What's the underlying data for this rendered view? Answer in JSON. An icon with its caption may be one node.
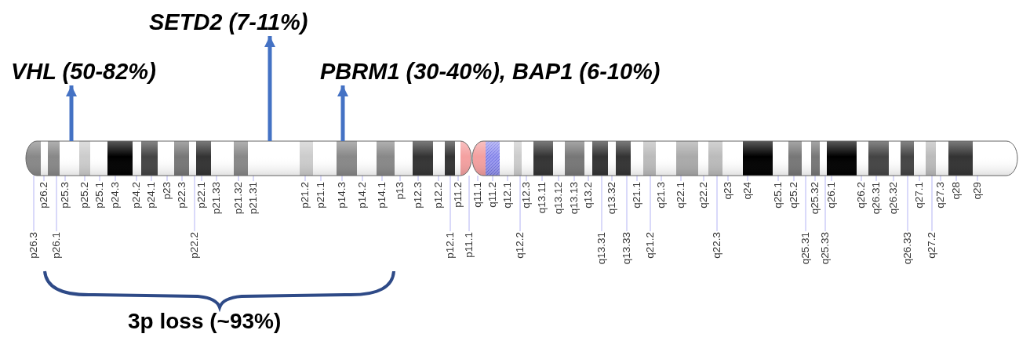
{
  "diagram": {
    "nodes": [
      {
        "text": [
          "SETD2 (7-11%)"
        ]
      },
      {
        "text": [
          "VHL (50-82%)"
        ]
      },
      {
        "text": [
          "PBRM1 (30-40%), BAP1 (6-10%)"
        ]
      },
      {
        "text": [],
        "shape": "bar"
      },
      {
        "text": [
          "p26.3"
        ]
      },
      {
        "text": [
          "p26.2"
        ]
      },
      {
        "text": [
          "p26.1"
        ]
      },
      {
        "text": [
          "p25.3"
        ]
      },
      {
        "text": [
          "p25.2"
        ]
      },
      {
        "text": [
          "p25.1"
        ]
      },
      {
        "text": [
          "p24.3"
        ]
      },
      {
        "text": [
          "p24.2"
        ]
      },
      {
        "text": [
          "p24.1"
        ]
      },
      {
        "text": [
          "p23"
        ]
      },
      {
        "text": [
          "p22.3"
        ]
      },
      {
        "text": [
          "p22.2"
        ]
      },
      {
        "text": [
          "p22.1"
        ]
      },
      {
        "text": [
          "p21.33"
        ]
      },
      {
        "text": [
          "p21.32"
        ]
      },
      {
        "text": [
          "p21.31"
        ]
      },
      {
        "text": [
          "p21.2"
        ]
      },
      {
        "text": [
          "p21.1"
        ]
      },
      {
        "text": [
          "p14.3"
        ]
      },
      {
        "text": [
          "p14.2"
        ]
      },
      {
        "text": [
          "p14.1"
        ]
      },
      {
        "text": [
          "p13"
        ]
      },
      {
        "text": [
          "p12.3"
        ]
      },
      {
        "text": [
          "p12.2"
        ]
      },
      {
        "text": [
          "p12.1"
        ]
      },
      {
        "text": [
          "p11.2"
        ]
      },
      {
        "text": [
          "p11.1"
        ]
      },
      {
        "text": [
          "q11.1"
        ]
      },
      {
        "text": [
          "q11.2"
        ]
      },
      {
        "text": [
          "q12.1"
        ]
      },
      {
        "text": [
          "q12.2"
        ]
      },
      {
        "text": [
          "q12.3"
        ]
      },
      {
        "text": [
          "q13.11"
        ]
      },
      {
        "text": [
          "q13.12"
        ]
      },
      {
        "text": [
          "q13.13"
        ]
      },
      {
        "text": [
          "q13.2"
        ]
      },
      {
        "text": [
          "q13.31"
        ]
      },
      {
        "text": [
          "q13.32"
        ]
      },
      {
        "text": [
          "q13.33"
        ]
      },
      {
        "text": [
          "q21.1"
        ]
      },
      {
        "text": [
          "q21.2"
        ]
      },
      {
        "text": [
          "q21.3"
        ]
      },
      {
        "text": [
          "q22.1"
        ]
      },
      {
        "text": [
          "q22.2"
        ]
      },
      {
        "text": [
          "q22.3"
        ]
      },
      {
        "text": [
          "q23"
        ]
      },
      {
        "text": [
          "q24"
        ]
      },
      {
        "text": [
          "q25.1"
        ]
      },
      {
        "text": [
          "q25.2"
        ]
      },
      {
        "text": [
          "q25.31"
        ]
      },
      {
        "text": [
          "q25.32"
        ]
      },
      {
        "text": [
          "q25.33"
        ]
      },
      {
        "text": [
          "q26.1"
        ]
      },
      {
        "text": [
          "q26.2"
        ]
      },
      {
        "text": [
          "q26.31"
        ]
      },
      {
        "text": [
          "q26.32"
        ]
      },
      {
        "text": [
          "q26.33"
        ]
      },
      {
        "text": [
          "q27.1"
        ]
      },
      {
        "text": [
          "q27.2"
        ]
      },
      {
        "text": [
          "q27.3"
        ]
      },
      {
        "text": [
          "q28"
        ]
      },
      {
        "text": [
          "q29"
        ]
      }
    ],
    "edges": [
      {
        "from": 3,
        "to": 1,
        "arrow": "to",
        "style": "thick",
        "color": "#4472c4"
      },
      {
        "from": 3,
        "to": 0,
        "arrow": "to",
        "style": "thick",
        "color": "#4472c4"
      },
      {
        "from": 3,
        "to": 2,
        "arrow": "to",
        "style": "thick",
        "color": "#4472c4"
      },
      {
        "from": 4,
        "to": 3,
        "arrow": "none"
      },
      {
        "from": 5,
        "to": 3,
        "arrow": "none"
      },
      {
        "from": 6,
        "to": 3,
        "arrow": "none"
      },
      {
        "from": 7,
        "to": 3,
        "arrow": "none"
      },
      {
        "from": 8,
        "to": 3,
        "arrow": "none"
      },
      {
        "from": 9,
        "to": 3,
        "arrow": "none"
      },
      {
        "from": 10,
        "to": 3,
        "arrow": "none"
      },
      {
        "from": 11,
        "to": 3,
        "arrow": "none"
      },
      {
        "from": 12,
        "to": 3,
        "arrow": "none"
      },
      {
        "from": 13,
        "to": 3,
        "arrow": "none"
      },
      {
        "from": 14,
        "to": 3,
        "arrow": "none"
      },
      {
        "from": 15,
        "to": 3,
        "arrow": "none"
      },
      {
        "from": 16,
        "to": 3,
        "arrow": "none"
      },
      {
        "from": 17,
        "to": 3,
        "arrow": "none"
      },
      {
        "from": 18,
        "to": 3,
        "arrow": "none"
      },
      {
        "from": 19,
        "to": 3,
        "arrow": "none"
      },
      {
        "from": 20,
        "to": 3,
        "arrow": "none"
      },
      {
        "from": 21,
        "to": 3,
        "arrow": "none"
      },
      {
        "from": 22,
        "to": 3,
        "arrow": "none"
      },
      {
        "from": 23,
        "to": 3,
        "arrow": "none"
      },
      {
        "from": 24,
        "to": 3,
        "arrow": "none"
      },
      {
        "from": 25,
        "to": 3,
        "arrow": "none"
      },
      {
        "from": 26,
        "to": 3,
        "arrow": "none"
      },
      {
        "from": 27,
        "to": 3,
        "arrow": "none"
      },
      {
        "from": 28,
        "to": 3,
        "arrow": "none"
      },
      {
        "from": 29,
        "to": 3,
        "arrow": "none"
      },
      {
        "from": 30,
        "to": 3,
        "arrow": "none"
      },
      {
        "from": 31,
        "to": 3,
        "arrow": "none"
      },
      {
        "from": 32,
        "to": 3,
        "arrow": "none"
      },
      {
        "from": 33,
        "to": 3,
        "arrow": "none"
      },
      {
        "from": 34,
        "to": 3,
        "arrow": "none"
      },
      {
        "from": 35,
        "to": 3,
        "arrow": "none"
      },
      {
        "from": 36,
        "to": 3,
        "arrow": "none"
      },
      {
        "from": 37,
        "to": 3,
        "arrow": "none"
      },
      {
        "from": 38,
        "to": 3,
        "arrow": "none"
      },
      {
        "from": 39,
        "to": 3,
        "arrow": "none"
      },
      {
        "from": 40,
        "to": 3,
        "arrow": "none"
      },
      {
        "from": 41,
        "to": 3,
        "arrow": "none"
      },
      {
        "from": 42,
        "to": 3,
        "arrow": "none"
      },
      {
        "from": 43,
        "to": 3,
        "arrow": "none"
      },
      {
        "from": 44,
        "to": 3,
        "arrow": "none"
      },
      {
        "from": 45,
        "to": 3,
        "arrow": "none"
      },
      {
        "from": 46,
        "to": 3,
        "arrow": "none"
      },
      {
        "from": 47,
        "to": 3,
        "arrow": "none"
      },
      {
        "from": 48,
        "to": 3,
        "arrow": "none"
      },
      {
        "from": 49,
        "to": 3,
        "arrow": "none"
      },
      {
        "from": 50,
        "to": 3,
        "arrow": "none"
      },
      {
        "from": 51,
        "to": 3,
        "arrow": "none"
      },
      {
        "from": 52,
        "to": 3,
        "arrow": "none"
      },
      {
        "from": 53,
        "to": 3,
        "arrow": "none"
      },
      {
        "from": 54,
        "to": 3,
        "arrow": "none"
      },
      {
        "from": 55,
        "to": 3,
        "arrow": "none"
      },
      {
        "from": 56,
        "to": 3,
        "arrow": "none"
      },
      {
        "from": 57,
        "to": 3,
        "arrow": "none"
      },
      {
        "from": 58,
        "to": 3,
        "arrow": "none"
      },
      {
        "from": 59,
        "to": 3,
        "arrow": "none"
      },
      {
        "from": 60,
        "to": 3,
        "arrow": "none"
      },
      {
        "from": 61,
        "to": 3,
        "arrow": "none"
      },
      {
        "from": 62,
        "to": 3,
        "arrow": "none"
      },
      {
        "from": 63,
        "to": 3,
        "arrow": "none"
      },
      {
        "from": 64,
        "to": 3,
        "arrow": "none"
      },
      {
        "from": 65,
        "to": 3,
        "arrow": "none"
      }
    ],
    "labels": [
      "3p loss (~93%)"
    ]
  }
}
